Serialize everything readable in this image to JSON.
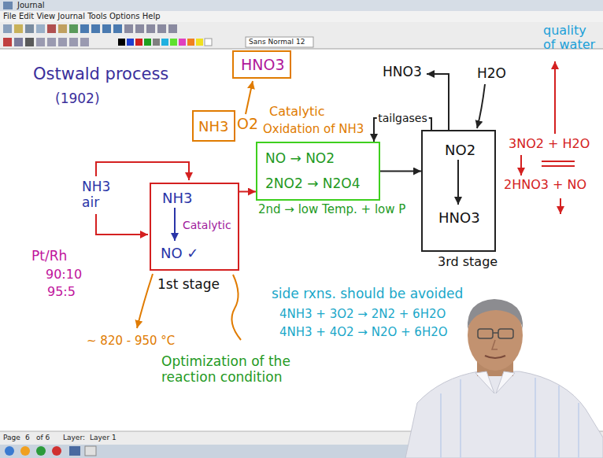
{
  "diagram": {
    "nodes": [
      {
        "text": [
          "HNO3"
        ]
      },
      {
        "text": [
          "NH3"
        ]
      },
      {
        "text": [
          "NH3",
          "Catalytic",
          "NO ✓"
        ]
      },
      {
        "text": [
          "NO → NO2",
          "2NO2 → N2O4"
        ]
      },
      {
        "text": [
          "NO2",
          "HNO3"
        ]
      }
    ],
    "edges": [
      {
        "from": 2,
        "to": 3,
        "arrow": "to"
      },
      {
        "from": 3,
        "to": 4,
        "arrow": "to"
      },
      {
        "from": 4,
        "to": 3,
        "label": "tailgases",
        "arrow": "to"
      }
    ],
    "labels": [
      "Journal",
      "File Edit View Journal Tools Options Help",
      "Sans Normal 12",
      "Ostwald process",
      "(1902)",
      "O2",
      "Catalytic",
      "Oxidation of NH3",
      "HNO3",
      "H2O",
      "quality of water",
      "3NO2 + H2O",
      "2HNO3 + NO",
      "NH3 air",
      "Pt/Rh",
      "90:10",
      "95:5",
      "1st stage",
      "~ 820 - 950 °C",
      "2nd → low Temp. + low P",
      "3rd stage",
      "side rxns. should be avoided",
      "4NH3 + 3O2 → 2N2 + 6H2O",
      "4NH3 + 4O2 → N2O + 6H2O",
      "Optimization of the reaction condition",
      "Page",
      "6",
      "of 6",
      "Layer:",
      "Layer 1"
    ]
  }
}
